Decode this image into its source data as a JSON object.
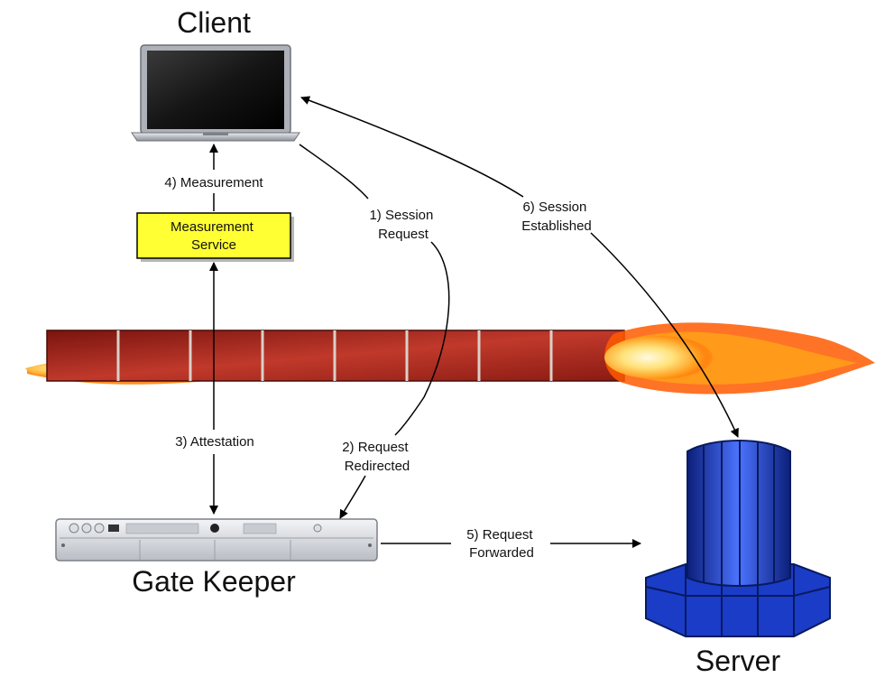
{
  "nodes": {
    "client": "Client",
    "measurement_service": [
      "Measurement",
      "Service"
    ],
    "gate_keeper": "Gate Keeper",
    "server": "Server"
  },
  "edges": {
    "session_request": [
      "1) Session",
      "Request"
    ],
    "request_redirected": [
      "2) Request",
      "Redirected"
    ],
    "attestation": "3) Attestation",
    "measurement": "4) Measurement",
    "request_forwarded": [
      "5) Request",
      "Forwarded"
    ],
    "session_established": [
      "6) Session",
      "Established"
    ]
  },
  "colors": {
    "measurement_box": "#ffff33",
    "firewall_brick": "#b0281f",
    "server_blue": "#2a4fd6",
    "flame": "#ff8a00"
  }
}
